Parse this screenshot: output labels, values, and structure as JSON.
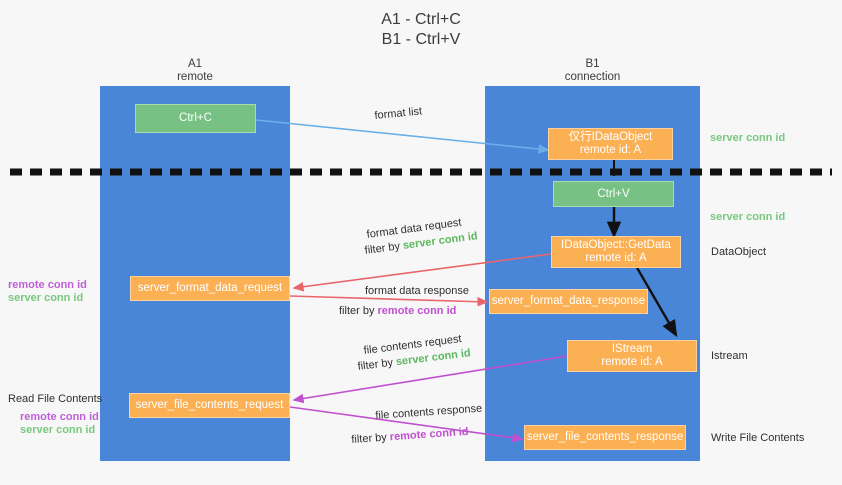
{
  "title": "A1 - Ctrl+C\nB1 - Ctrl+V",
  "lanes": [
    {
      "id": "a1",
      "label": "A1\nremote"
    },
    {
      "id": "b1",
      "label": "B1\nconnection"
    }
  ],
  "nodes": [
    {
      "id": "ctrl-c",
      "line1": "Ctrl+C",
      "line2": "",
      "color": "green"
    },
    {
      "id": "idataobject-create",
      "line1": "仅行IDataObject",
      "line2": "remote id: A",
      "color": "orange"
    },
    {
      "id": "ctrl-v",
      "line1": "Ctrl+V",
      "line2": "",
      "color": "green"
    },
    {
      "id": "idataobject-getdata",
      "line1": "IDataObject::GetData",
      "line2": "remote id: A",
      "color": "orange"
    },
    {
      "id": "server-format-data-request",
      "line1": "server_format_data_request",
      "line2": "",
      "color": "orange"
    },
    {
      "id": "server-format-data-response",
      "line1": "server_format_data_response",
      "line2": "",
      "color": "orange"
    },
    {
      "id": "istream",
      "line1": "IStream",
      "line2": "remote id: A",
      "color": "orange"
    },
    {
      "id": "server-file-contents-request",
      "line1": "server_file_contents_request",
      "line2": "",
      "color": "orange"
    },
    {
      "id": "server-file-contents-response",
      "line1": "server_file_contents_response",
      "line2": "",
      "color": "orange"
    }
  ],
  "edge_labels": {
    "format_list": "format list",
    "format_data_request": "format data request",
    "format_data_request_filter_prefix": "filter by ",
    "format_data_request_filter_value": "server conn id",
    "format_data_response": "format data response",
    "format_data_response_filter_prefix": "filter by ",
    "format_data_response_filter_value": "remote conn id",
    "file_contents_request": "file contents request",
    "file_contents_request_filter_prefix": "filter by ",
    "file_contents_request_filter_value": "server conn id",
    "file_contents_response": "file contents response",
    "file_contents_response_filter_prefix": "filter by ",
    "file_contents_response_filter_value": "remote conn id"
  },
  "side_notes": {
    "right_server_conn_id_top": "server conn id",
    "right_server_conn_id_mid": "server conn id",
    "right_dataobject": "DataObject",
    "right_istream": "Istream",
    "right_write_file_contents": "Write File Contents",
    "left_remote_conn_id_mid": "remote conn id",
    "left_server_conn_id_mid": "server conn id",
    "left_read_file_contents": "Read File Contents",
    "left_remote_conn_id_bottom": "remote conn id",
    "left_server_conn_id_bottom": "server conn id"
  },
  "colors": {
    "lane": "#4a86d8",
    "green_node": "#76c183",
    "orange_node": "#fbb054",
    "server_conn": "#5cb85c",
    "remote_conn": "#c050d0",
    "arrow_blue": "#6ab0e8",
    "arrow_red": "#e8666a",
    "arrow_magenta": "#c050d0",
    "arrow_black": "#111111",
    "divider": "#111111",
    "background": "#f7f7f7"
  }
}
